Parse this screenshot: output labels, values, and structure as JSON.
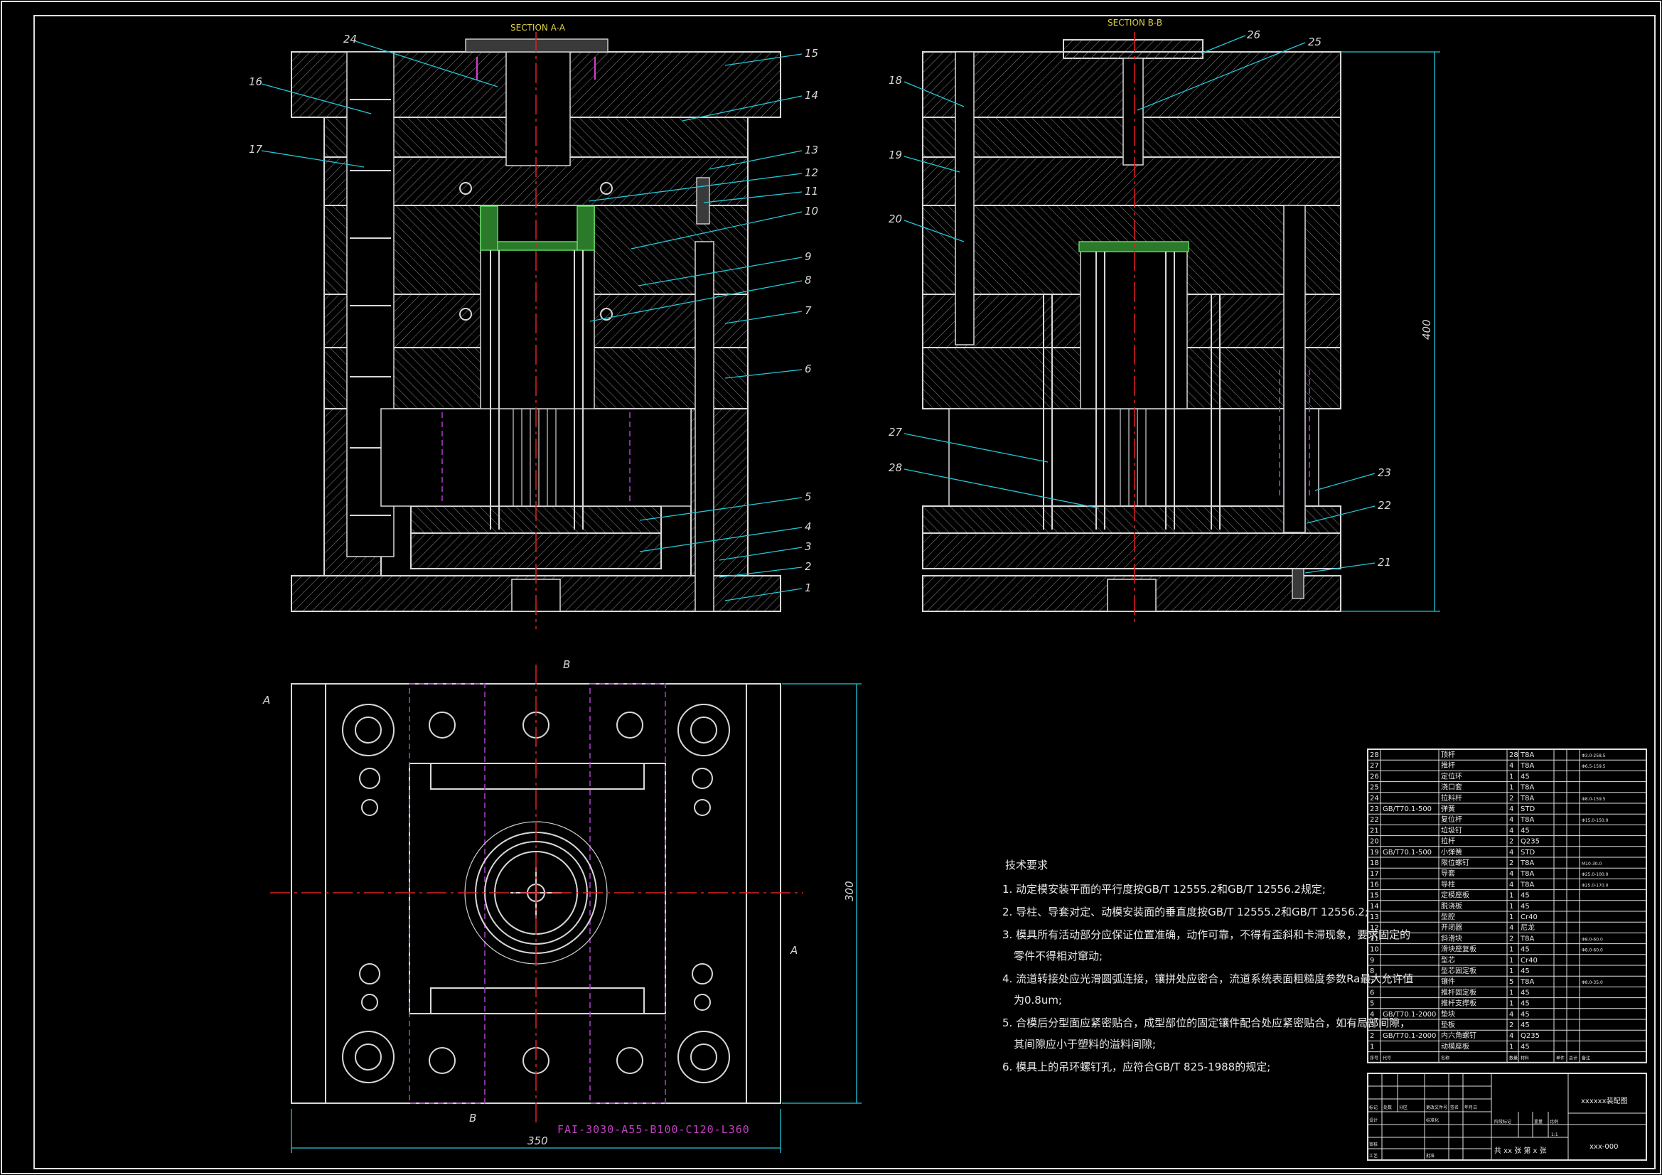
{
  "views": {
    "section_a_title": "SECTION A-A",
    "section_b_title": "SECTION B-B",
    "section_a_callouts": [
      "24",
      "16",
      "17",
      "15",
      "14",
      "13",
      "12",
      "11",
      "10",
      "9",
      "8",
      "7",
      "6",
      "5",
      "4",
      "3",
      "2",
      "1"
    ],
    "section_b_callouts": [
      "26",
      "25",
      "18",
      "19",
      "20",
      "27",
      "28",
      "23",
      "22",
      "21"
    ],
    "plan_marker_top": "B",
    "plan_marker_bottom": "B",
    "plan_marker_left": "A",
    "plan_marker_right": "A",
    "dim_height": "400",
    "dim_width": "350",
    "dim_plan_height": "300",
    "mold_base_code": "FAI-3030-A55-B100-C120-L360"
  },
  "notes": {
    "heading": "技术要求",
    "items": [
      "1. 动定模安装平面的平行度按GB/T 12555.2和GB/T 12556.2规定;",
      "2. 导柱、导套对定、动模安装面的垂直度按GB/T 12555.2和GB/T 12556.2;",
      "3. 模具所有活动部分应保证位置准确，动作可靠，不得有歪斜和卡滞现象，要求固定的",
      "零件不得相对窜动;",
      "4. 流道转接处应光滑圆弧连接，镶拼处应密合，流道系统表面粗糙度参数Ra最大允许值",
      "为0.8um;",
      "5. 合模后分型面应紧密贴合，成型部位的固定镶件配合处应紧密贴合，如有局部间隙，",
      "其间隙应小于塑料的溢料间隙;",
      "6. 模具上的吊环螺钉孔，应符合GB/T 825-1988的规定;"
    ]
  },
  "bom": {
    "rows": [
      {
        "no": "28",
        "std": "",
        "name": "顶杆",
        "qty": "28",
        "mat": "T8A",
        "remark": "Φ3.0-258.5"
      },
      {
        "no": "27",
        "std": "",
        "name": "推杆",
        "qty": "4",
        "mat": "T8A",
        "remark": "Φ6.5-159.5"
      },
      {
        "no": "26",
        "std": "",
        "name": "定位环",
        "qty": "1",
        "mat": "45",
        "remark": ""
      },
      {
        "no": "25",
        "std": "",
        "name": "浇口套",
        "qty": "1",
        "mat": "T8A",
        "remark": ""
      },
      {
        "no": "24",
        "std": "",
        "name": "拉料杆",
        "qty": "2",
        "mat": "T8A",
        "remark": "Φ8.0-159.5"
      },
      {
        "no": "23",
        "std": "GB/T70.1-500",
        "name": "弹簧",
        "qty": "4",
        "mat": "STD",
        "remark": ""
      },
      {
        "no": "22",
        "std": "",
        "name": "复位杆",
        "qty": "4",
        "mat": "T8A",
        "remark": "Φ15.0-150.0"
      },
      {
        "no": "21",
        "std": "",
        "name": "垃圾钉",
        "qty": "4",
        "mat": "45",
        "remark": ""
      },
      {
        "no": "20",
        "std": "",
        "name": "拉杆",
        "qty": "2",
        "mat": "Q235",
        "remark": ""
      },
      {
        "no": "19",
        "std": "GB/T70.1-500",
        "name": "小弹簧",
        "qty": "4",
        "mat": "STD",
        "remark": ""
      },
      {
        "no": "18",
        "std": "",
        "name": "限位螺钉",
        "qty": "2",
        "mat": "T8A",
        "remark": "M10-30.0"
      },
      {
        "no": "17",
        "std": "",
        "name": "导套",
        "qty": "4",
        "mat": "T8A",
        "remark": "Φ25.0-100.0"
      },
      {
        "no": "16",
        "std": "",
        "name": "导柱",
        "qty": "4",
        "mat": "T8A",
        "remark": "Φ25.0-170.0"
      },
      {
        "no": "15",
        "std": "",
        "name": "定模座板",
        "qty": "1",
        "mat": "45",
        "remark": ""
      },
      {
        "no": "14",
        "std": "",
        "name": "脱浇板",
        "qty": "1",
        "mat": "45",
        "remark": ""
      },
      {
        "no": "13",
        "std": "",
        "name": "型腔",
        "qty": "1",
        "mat": "Cr40",
        "remark": ""
      },
      {
        "no": "12",
        "std": "",
        "name": "开闭器",
        "qty": "4",
        "mat": "尼龙",
        "remark": ""
      },
      {
        "no": "11",
        "std": "",
        "name": "斜滑块",
        "qty": "2",
        "mat": "T8A",
        "remark": "Φ8.0-60.0"
      },
      {
        "no": "10",
        "std": "",
        "name": "滑块座复板",
        "qty": "1",
        "mat": "45",
        "remark": "Φ8.0-60.0"
      },
      {
        "no": "9",
        "std": "",
        "name": "型芯",
        "qty": "1",
        "mat": "Cr40",
        "remark": ""
      },
      {
        "no": "8",
        "std": "",
        "name": "型芯固定板",
        "qty": "1",
        "mat": "45",
        "remark": ""
      },
      {
        "no": "7",
        "std": "",
        "name": "镶件",
        "qty": "5",
        "mat": "T8A",
        "remark": "Φ8.0-35.0"
      },
      {
        "no": "6",
        "std": "",
        "name": "推杆固定板",
        "qty": "1",
        "mat": "45",
        "remark": ""
      },
      {
        "no": "5",
        "std": "",
        "name": "推杆支撑板",
        "qty": "1",
        "mat": "45",
        "remark": ""
      },
      {
        "no": "4",
        "std": "GB/T70.1-2000",
        "name": "垫块",
        "qty": "4",
        "mat": "45",
        "remark": ""
      },
      {
        "no": "3",
        "std": "",
        "name": "垫板",
        "qty": "2",
        "mat": "45",
        "remark": ""
      },
      {
        "no": "2",
        "std": "GB/T70.1-2000",
        "name": "内六角螺钉",
        "qty": "4",
        "mat": "Q235",
        "remark": ""
      },
      {
        "no": "1",
        "std": "",
        "name": "动模座板",
        "qty": "1",
        "mat": "45",
        "remark": ""
      }
    ],
    "header": {
      "no": "序号",
      "std": "代号",
      "name": "名称",
      "qty": "数量",
      "mat": "材料",
      "w1": "单件",
      "w2": "总计",
      "remark": "备注"
    }
  },
  "title_block": {
    "drawing_name": "xxxxxx装配图",
    "drawing_no": "xxx-000",
    "scale_label": "比例",
    "scale": "1:1",
    "weight_label": "重量",
    "stage_label": "阶段标记",
    "sheets": "共 xx 张  第 x 张",
    "rows": [
      "标记",
      "处数",
      "分区",
      "更改文件号",
      "签名",
      "年月日"
    ],
    "roles": [
      "设计",
      "标准化",
      "审核",
      "工艺",
      "批准"
    ]
  }
}
